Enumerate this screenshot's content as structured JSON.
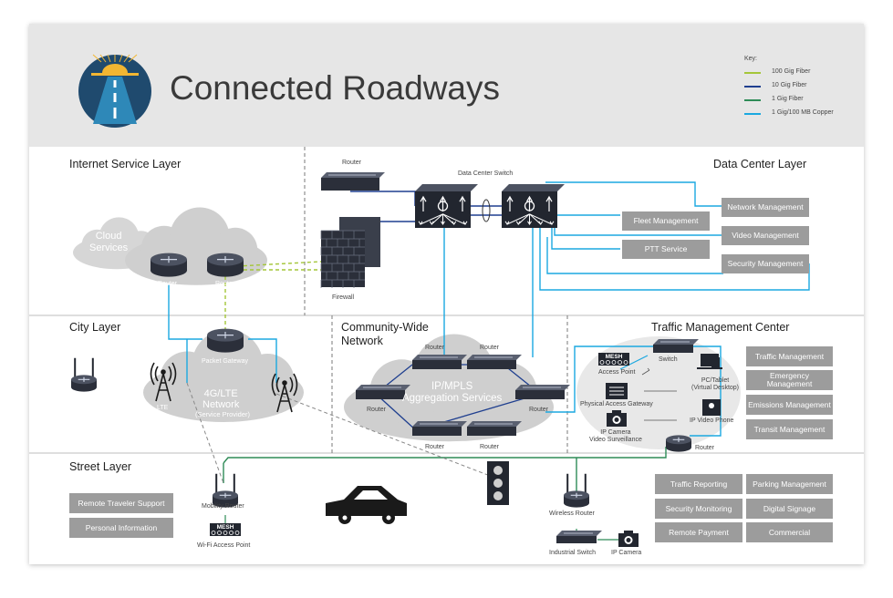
{
  "title": "Connected Roadways",
  "key": {
    "heading": "Key:",
    "items": [
      {
        "label": "100 Gig Fiber",
        "color": "#a4c639"
      },
      {
        "label": "10 Gig Fiber",
        "color": "#1f3f8f"
      },
      {
        "label": "1 Gig Fiber",
        "color": "#2e8b57"
      },
      {
        "label": "1 Gig/100 MB Copper",
        "color": "#1ba8e0"
      }
    ]
  },
  "layers": {
    "internet": "Internet Service Layer",
    "datacenter": "Data Center Layer",
    "city": "City Layer",
    "community": "Community-Wide\nNetwork",
    "tmc": "Traffic Management Center",
    "street": "Street Layer"
  },
  "cloud_services": "Cloud\nServices",
  "lte_network": {
    "title": "4G/LTE\nNetwork",
    "subtitle": "(Service Provider)"
  },
  "mpls": "IP/MPLS\nAggregation Services",
  "node_labels": {
    "router": "Router",
    "firewall": "Firewall",
    "dc_switch": "Data Center Switch",
    "packet_gateway": "Packet Gateway",
    "lte": "LTE",
    "mesh": "MESH",
    "access_point": "Access Point",
    "switch": "Switch",
    "pc_tablet": "PC/Tablet\n(Virtual Desktop)",
    "physical_access_gateway": "Physical Access Gateway",
    "ip_video_phone": "IP Video Phone",
    "ip_camera_vs": "IP Camera\nVideo Surveillance",
    "mobility_router": "Mobility Router",
    "wifi_access_point": "Wi-Fi Access Point",
    "wireless_router": "Wireless Router",
    "industrial_switch": "Industrial Switch",
    "ip_camera": "IP Camera"
  },
  "dc_services": [
    "Network Management",
    "Fleet Management",
    "Video Management",
    "PTT Service",
    "Security Management"
  ],
  "tmc_services": [
    "Traffic Management",
    "Emergency\nManagement",
    "Emissions Management",
    "Transit Management"
  ],
  "street_left_services": [
    "Remote Traveler Support",
    "Personal Information"
  ],
  "street_right_services": [
    "Traffic Reporting",
    "Parking Management",
    "Security Monitoring",
    "Digital Signage",
    "Remote Payment",
    "Commercial"
  ],
  "icons": [
    "road-logo-icon",
    "router-icon",
    "firewall-icon",
    "switch-icon",
    "cell-tower-icon",
    "wireless-router-icon",
    "mesh-access-point-icon",
    "laptop-icon",
    "video-phone-icon",
    "camera-icon",
    "traffic-light-icon",
    "car-icon",
    "industrial-switch-icon"
  ]
}
